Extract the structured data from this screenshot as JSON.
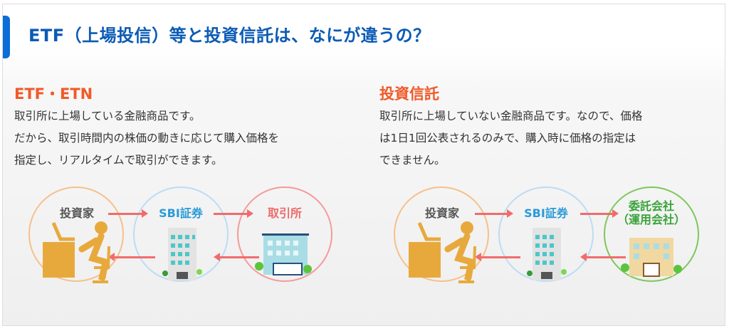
{
  "title": "ETF（上場投信）等と投資信託は、なにが違うの？",
  "left": {
    "heading": "ETF・ETN",
    "lines": [
      "取引所に上場している金融商品です。",
      "だから、取引時間内の株価の動きに応じて購入価格を",
      "指定し、リアルタイムで取引ができます。"
    ],
    "nodes": [
      "投資家",
      "SBI証券",
      "取引所"
    ]
  },
  "right": {
    "heading": "投資信託",
    "lines": [
      "取引所に上場していない金融商品です。なので、価格",
      "は1日1回公表されるのみで、購入時に価格の指定は",
      "できません。"
    ],
    "nodes": [
      "投資家",
      "SBI証券",
      "委託会社",
      "（運用会社）"
    ]
  },
  "colors": {
    "title": "#0b5bb5",
    "heading": "#f05a28",
    "investor": "#f6c08a",
    "sbi": "#bcdcf5",
    "exchange": "#f59a9a",
    "trust": "#7cc85a",
    "arrow": "#f26b6b"
  }
}
